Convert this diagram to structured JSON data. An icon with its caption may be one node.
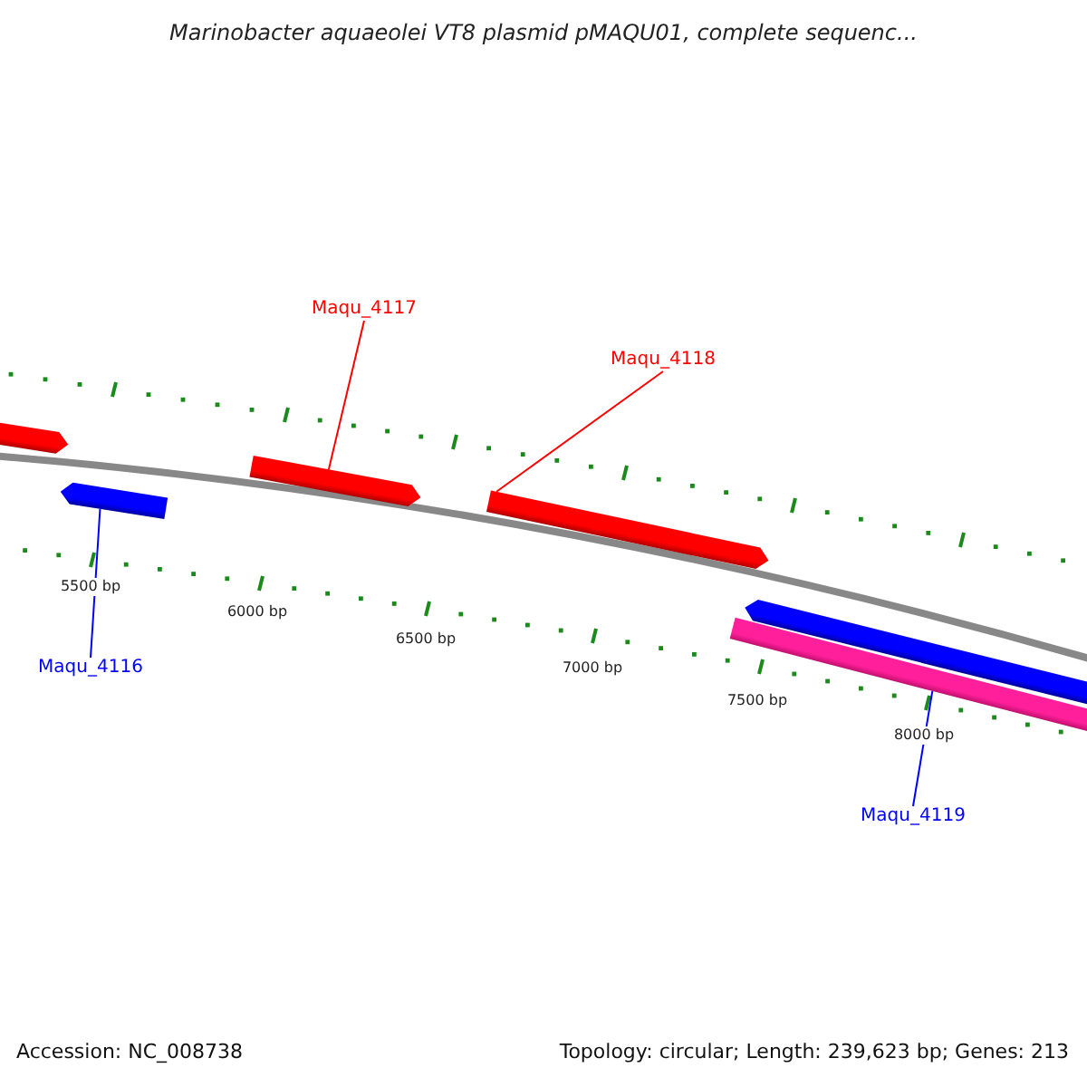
{
  "diagram": {
    "title": "Marinobacter aquaeolei VT8 plasmid pMAQU01, complete sequenc...",
    "nodes": [
      {
        "text": [
          "Maqu_4117"
        ]
      },
      {
        "text": [
          "Maqu_4118"
        ]
      },
      {
        "text": [],
        "shape": "arrow"
      },
      {
        "text": [],
        "shape": "arrow"
      },
      {
        "text": [],
        "shape": "arrow"
      },
      {
        "text": [],
        "shape": "arrow"
      },
      {
        "text": [],
        "shape": "arrow"
      },
      {
        "text": [],
        "shape": "arrow"
      },
      {
        "text": [
          "Maqu_4116"
        ]
      },
      {
        "text": [
          "Maqu_4119"
        ]
      }
    ],
    "edges": [
      {
        "from": 0,
        "to": 4,
        "arrow": "none",
        "color": "#ff0000"
      },
      {
        "from": 1,
        "to": 5,
        "arrow": "none",
        "color": "#ff0000"
      },
      {
        "from": 8,
        "to": 3,
        "arrow": "none",
        "color": "#0000ff"
      },
      {
        "from": 9,
        "to": 7,
        "arrow": "none",
        "color": "#0000ff"
      }
    ],
    "labels": [
      "5500 bp",
      "6000 bp",
      "6500 bp",
      "7000 bp",
      "7500 bp",
      "8000 bp",
      "Accession: NC_008738",
      "Topology: circular; Length: 239,623 bp; Genes: 213"
    ]
  }
}
